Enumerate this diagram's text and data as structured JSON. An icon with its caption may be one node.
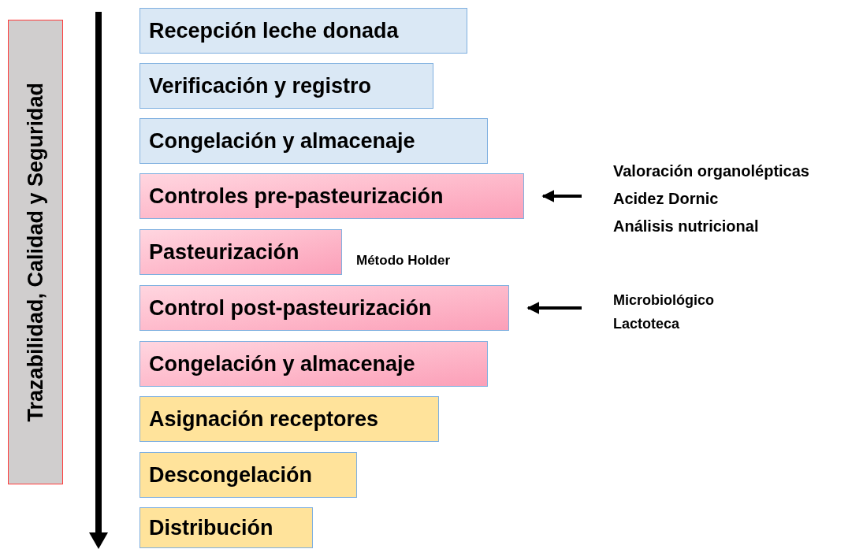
{
  "diagram": {
    "nodes": [
      {
        "text": [
          "Trazabilidad, Calidad y Seguridad"
        ]
      },
      {
        "text": [
          "Recepción leche donada"
        ]
      },
      {
        "text": [
          "Verificación y registro"
        ]
      },
      {
        "text": [
          "Congelación y almacenaje"
        ]
      },
      {
        "text": [
          "Controles pre-pasteurización"
        ]
      },
      {
        "text": [
          "Pasteurización"
        ],
        "beside": [
          "Método Holder"
        ]
      },
      {
        "text": [
          "Control post-pasteurización"
        ]
      },
      {
        "text": [
          "Congelación y almacenaje"
        ]
      },
      {
        "text": [
          "Asignación receptores"
        ]
      },
      {
        "text": [
          "Descongelación"
        ]
      },
      {
        "text": [
          "Distribución"
        ]
      },
      {
        "text": [
          "Valoración organolépticas",
          "Acidez Dornic",
          "Análisis nutricional"
        ]
      },
      {
        "text": [
          "Microbiológico",
          "Lactoteca"
        ]
      }
    ],
    "edges": [
      {
        "from": 11,
        "to": 4,
        "arrow": "to"
      },
      {
        "from": 12,
        "to": 6,
        "arrow": "to"
      }
    ]
  }
}
